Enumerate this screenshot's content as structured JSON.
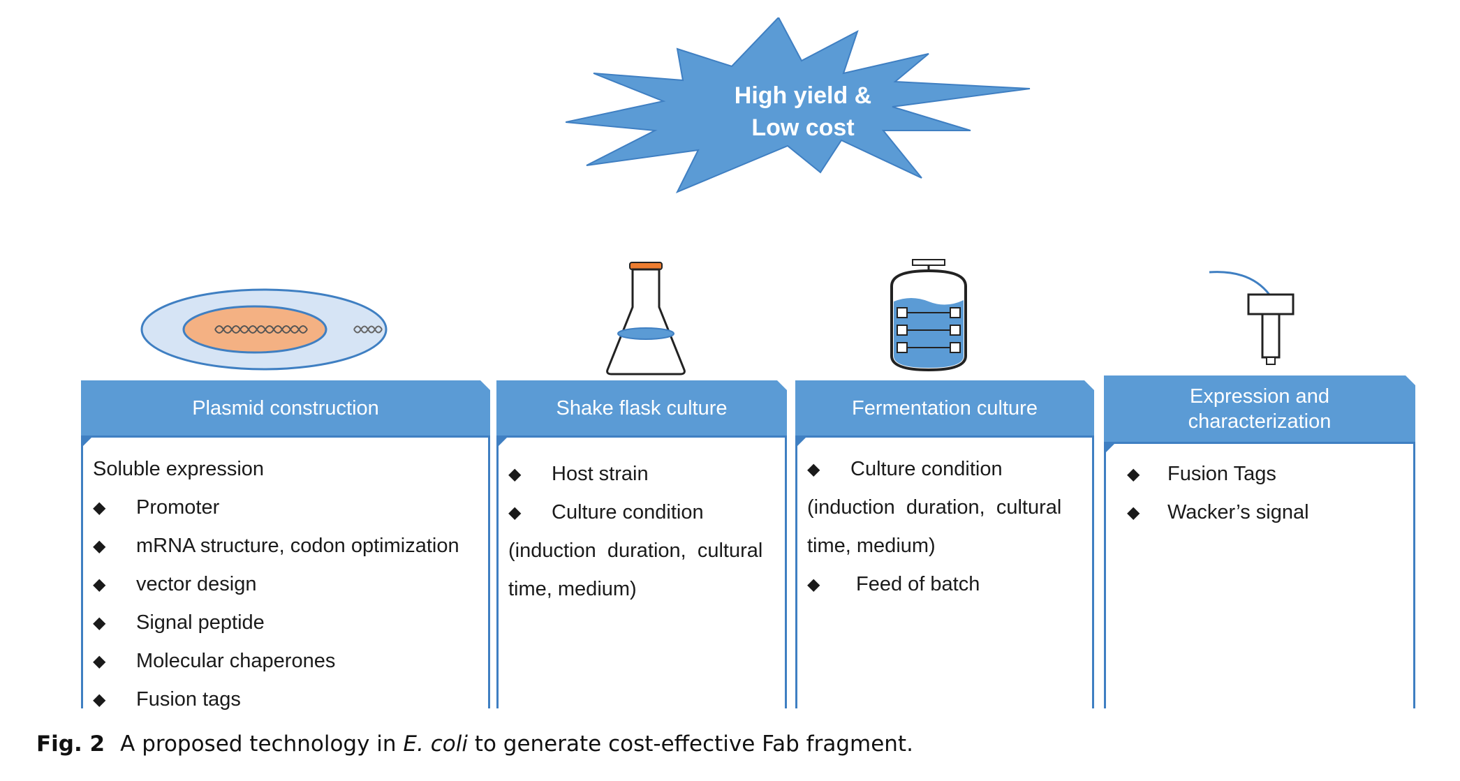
{
  "star": {
    "line1": "High yield &",
    "line2": "Low cost",
    "fill_color": "#5b9bd5"
  },
  "columns": [
    {
      "title": "Plasmid construction",
      "icon": "plasmid-cell-icon",
      "intro": "Soluble expression",
      "items": [
        "Promoter",
        "mRNA structure, codon optimization",
        "vector design",
        "Signal peptide",
        "Molecular chaperones",
        "Fusion tags"
      ]
    },
    {
      "title": "Shake flask culture",
      "icon": "erlenmeyer-flask-icon",
      "items": [
        "Host strain",
        "Culture condition"
      ],
      "note_line1": "(induction  duration,  cultural",
      "note_line2": "time, medium)"
    },
    {
      "title": "Fermentation culture",
      "icon": "fermenter-icon",
      "item1": "Culture condition",
      "note_line1": "(induction  duration,  cultural",
      "note_line2": "time, medium)",
      "item2": "Feed of batch"
    },
    {
      "title_line1": "Expression and",
      "title_line2": "characterization",
      "icon": "probe-sensor-icon",
      "items": [
        "Fusion Tags",
        "Wacker’s signal"
      ]
    }
  ],
  "bullet_glyph": "◆",
  "caption": {
    "label": "Fig. 2",
    "text_before": "A proposed technology in ",
    "organism": "E. coli",
    "text_after": " to generate cost-effective Fab fragment."
  },
  "colors": {
    "header_fill": "#5b9bd5",
    "border": "#3f7fc2",
    "plasmid_outer": "#d6e4f5",
    "plasmid_inner": "#f4b183"
  }
}
